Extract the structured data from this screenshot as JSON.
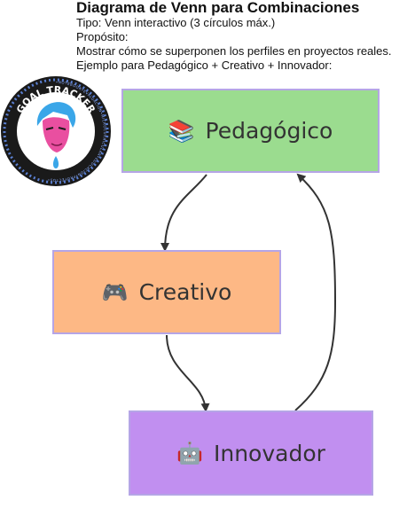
{
  "header": {
    "title": "Diagrama de Venn para Combinaciones",
    "lines": [
      "Tipo: Venn interactivo (3 círculos máx.)",
      "Propósito:",
      "Mostrar cómo se superponen los perfiles en proyectos reales.",
      "Ejemplo para Pedagógico + Creativo + Innovador:"
    ]
  },
  "logo": {
    "top_text": "GOAL TRACKER",
    "bottom_text": "EDUCANTIA",
    "ring_text": "•NOTEBOOK•EVALUACIÓN•MICROCURRICULAR•EDUCACIÓN•PROYECTOS•",
    "colors": {
      "ring": "#1a1a1a",
      "accent": "#5a7fd1",
      "face": "#e94fa0",
      "hair": "#3aa6e8"
    }
  },
  "nodes": [
    {
      "label": "Pedagógico",
      "emoji": "📚",
      "color": "#9bdc8f"
    },
    {
      "label": "Creativo",
      "emoji": "🎮",
      "color": "#fdb885"
    },
    {
      "label": "Innovador",
      "emoji": "🤖",
      "color": "#c18ff0"
    }
  ],
  "edges": [
    {
      "from": "Pedagógico",
      "to": "Creativo"
    },
    {
      "from": "Creativo",
      "to": "Innovador"
    },
    {
      "from": "Innovador",
      "to": "Pedagógico"
    }
  ],
  "colors": {
    "node_border": "#b5a5e6",
    "edge": "#333333",
    "text": "#333333"
  }
}
